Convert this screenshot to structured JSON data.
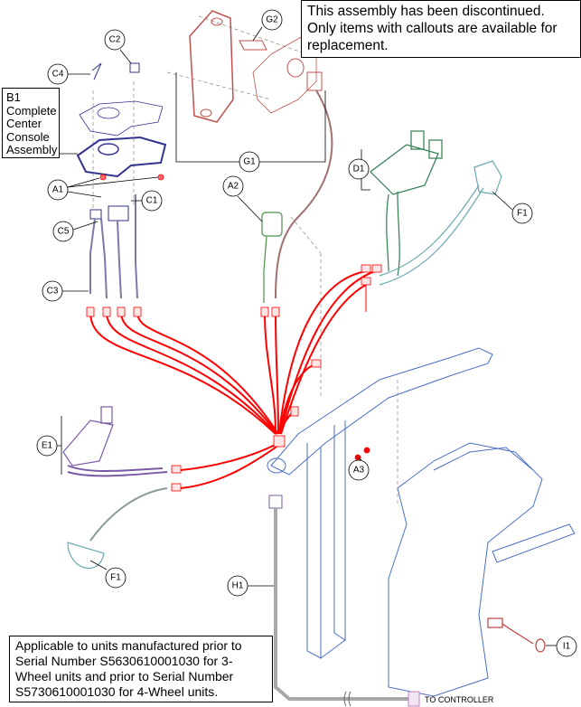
{
  "notes": {
    "discontinued": "This assembly has been discontinued. Only items with callouts are available for replacement.",
    "applicability": "Applicable to units manufactured prior to Serial Number S5630610001030 for 3-Wheel units and prior to Serial Number S5730610001030 for 4-Wheel units."
  },
  "assembly_box": {
    "id": "B1",
    "lines": [
      "Complete",
      "Center",
      "Console",
      "Assembly"
    ]
  },
  "callouts": {
    "C2": "C2",
    "C4": "C4",
    "A1": "A1",
    "C1": "C1",
    "C5": "C5",
    "C3": "C3",
    "G2": "G2",
    "G1": "G1",
    "A2": "A2",
    "D1": "D1",
    "F1_right": "F1",
    "E1": "E1",
    "F1_left": "F1",
    "A3": "A3",
    "H1": "H1",
    "I1": "I1"
  },
  "to_controller": "TO CONTROLLER",
  "colors": {
    "wire": "#ff0000",
    "console": "#33338f",
    "tiller": "#4a6fc4",
    "bracket": "#c0504d",
    "d1": "#2e7d4f",
    "e1": "#7a5aa6",
    "f1": "#6aa8b0"
  }
}
